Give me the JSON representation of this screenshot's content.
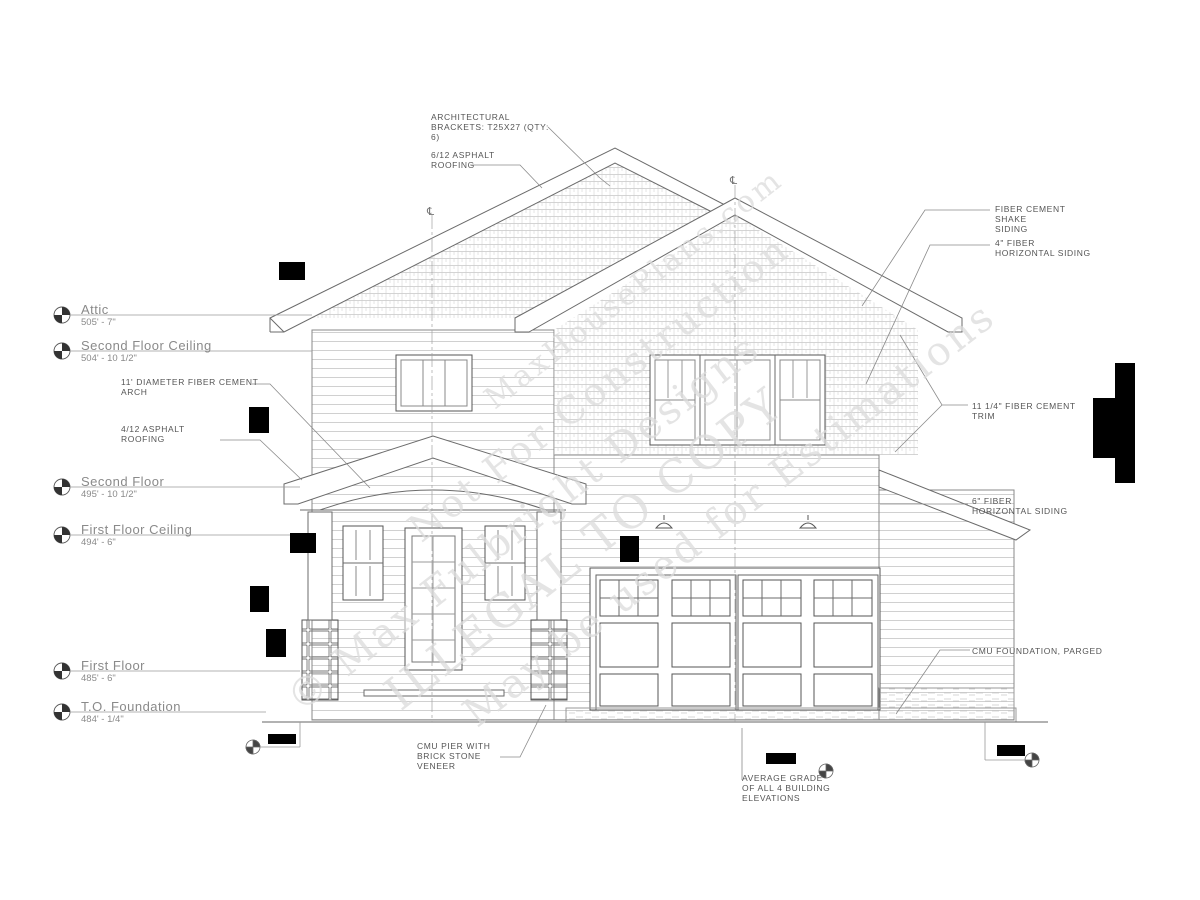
{
  "levels": [
    {
      "name": "Attic",
      "value": "505' - 7\""
    },
    {
      "name": "Second Floor Ceiling",
      "value": "504' - 10 1/2\""
    },
    {
      "name": "Second Floor",
      "value": "495' - 10 1/2\""
    },
    {
      "name": "First Floor Ceiling",
      "value": "494' - 6\""
    },
    {
      "name": "First Floor",
      "value": "485' - 6\""
    },
    {
      "name": "T.O. Foundation",
      "value": "484' - 1/4\""
    }
  ],
  "callouts": {
    "brackets": [
      "ARCHITECTURAL",
      "BRACKETS: T25X27 (QTY:",
      "6)"
    ],
    "asphalt_612": [
      "6/12 ASPHALT",
      "ROOFING"
    ],
    "fiber_shake": [
      "FIBER CEMENT",
      "SHAKE",
      "SIDING"
    ],
    "fiber_4": [
      "4\" FIBER",
      "HORIZONTAL SIDING"
    ],
    "arch": [
      "11' DIAMETER FIBER CEMENT",
      "ARCH"
    ],
    "asphalt_412": [
      "4/12 ASPHALT",
      "ROOFING"
    ],
    "trim": [
      "11 1/4\" FIBER CEMENT",
      "TRIM"
    ],
    "fiber_6": [
      "6\" FIBER",
      "HORIZONTAL SIDING"
    ],
    "cmu_foundation": [
      "CMU FOUNDATION, PARGED"
    ],
    "cmu_pier": [
      "CMU PIER WITH",
      "BRICK STONE",
      "VENEER"
    ],
    "grade": [
      "AVERAGE GRADE",
      "OF ALL 4 BUILDING",
      "ELEVATIONS"
    ]
  },
  "centerline_symbol": "℄",
  "watermark": {
    "line1": "© Max Fulbright Designs",
    "line2": "ILLEGAL TO COPY",
    "line3": "May be used for Estimations",
    "line4": "Not For Construction",
    "line5": "MaxHousePlans.com"
  },
  "colors": {
    "ink": "#6b6b6b",
    "light_ink": "#a8a8a8",
    "redaction": "#000000",
    "watermark": "#dcdcdc"
  }
}
